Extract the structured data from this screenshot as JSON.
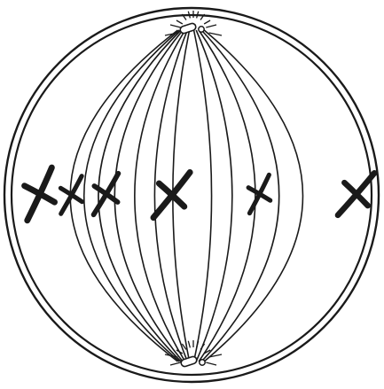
{
  "figure": {
    "type": "mitotic-spindle-metaphase",
    "background": "#ffffff",
    "ink": "#1a1a1a"
  },
  "cell": {
    "shape": "circle",
    "outline": "double-line"
  },
  "poles": [
    {
      "name": "top-pole",
      "centriole_pair": true,
      "aster_rays": true
    },
    {
      "name": "bottom-pole",
      "centriole_pair": true,
      "aster_rays": true
    }
  ],
  "spindle": {
    "fiber_count": 12
  },
  "chromosomes": {
    "count": 6,
    "arrangement": "metaphase-plate",
    "shape": "x-shaped-sister-chromatids"
  }
}
